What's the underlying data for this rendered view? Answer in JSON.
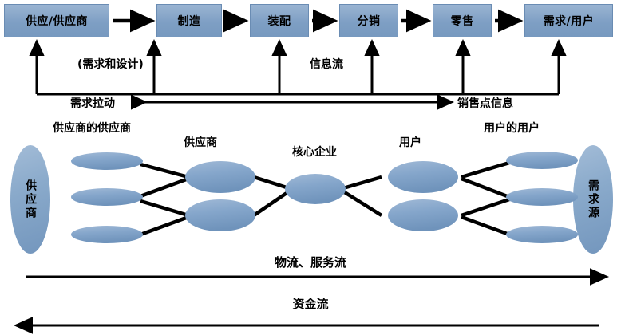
{
  "diagram": {
    "title_hidden": "",
    "colors": {
      "box_fill": "#7e9fc4",
      "box_border": "#6a8cb3",
      "ellipse_fill": "#7fa0c7",
      "line": "#000000",
      "background": "#ffffff"
    },
    "process_chain": {
      "boxes": [
        {
          "label": "供应/供应商"
        },
        {
          "label": "制造"
        },
        {
          "label": "装配"
        },
        {
          "label": "分销"
        },
        {
          "label": "零售"
        },
        {
          "label": "需求/用户"
        }
      ],
      "arrow_count": 5
    },
    "information_flow": {
      "demand_design_label": "(需求和设计)",
      "information_flow_label": "信息流",
      "demand_pull_label": "需求拉动",
      "pos_info_label": "销售点信息",
      "feeder_arrow_count": 6
    },
    "network": {
      "source_oval": {
        "label": "供应商"
      },
      "sink_oval": {
        "label": "需求源"
      },
      "tier_labels": [
        {
          "label": "供应商的供应商"
        },
        {
          "label": "供应商"
        },
        {
          "label": "核心企业"
        },
        {
          "label": "用户"
        },
        {
          "label": "用户的用户"
        }
      ],
      "supplier2_node_count": 3,
      "supplier_node_count": 2,
      "core_node_count": 1,
      "customer_node_count": 2,
      "customer2_node_count": 3
    },
    "bottom_flows": {
      "logistics_label": "物流、服务流",
      "logistics_direction": "right",
      "capital_label": "资金流",
      "capital_direction": "left"
    }
  }
}
